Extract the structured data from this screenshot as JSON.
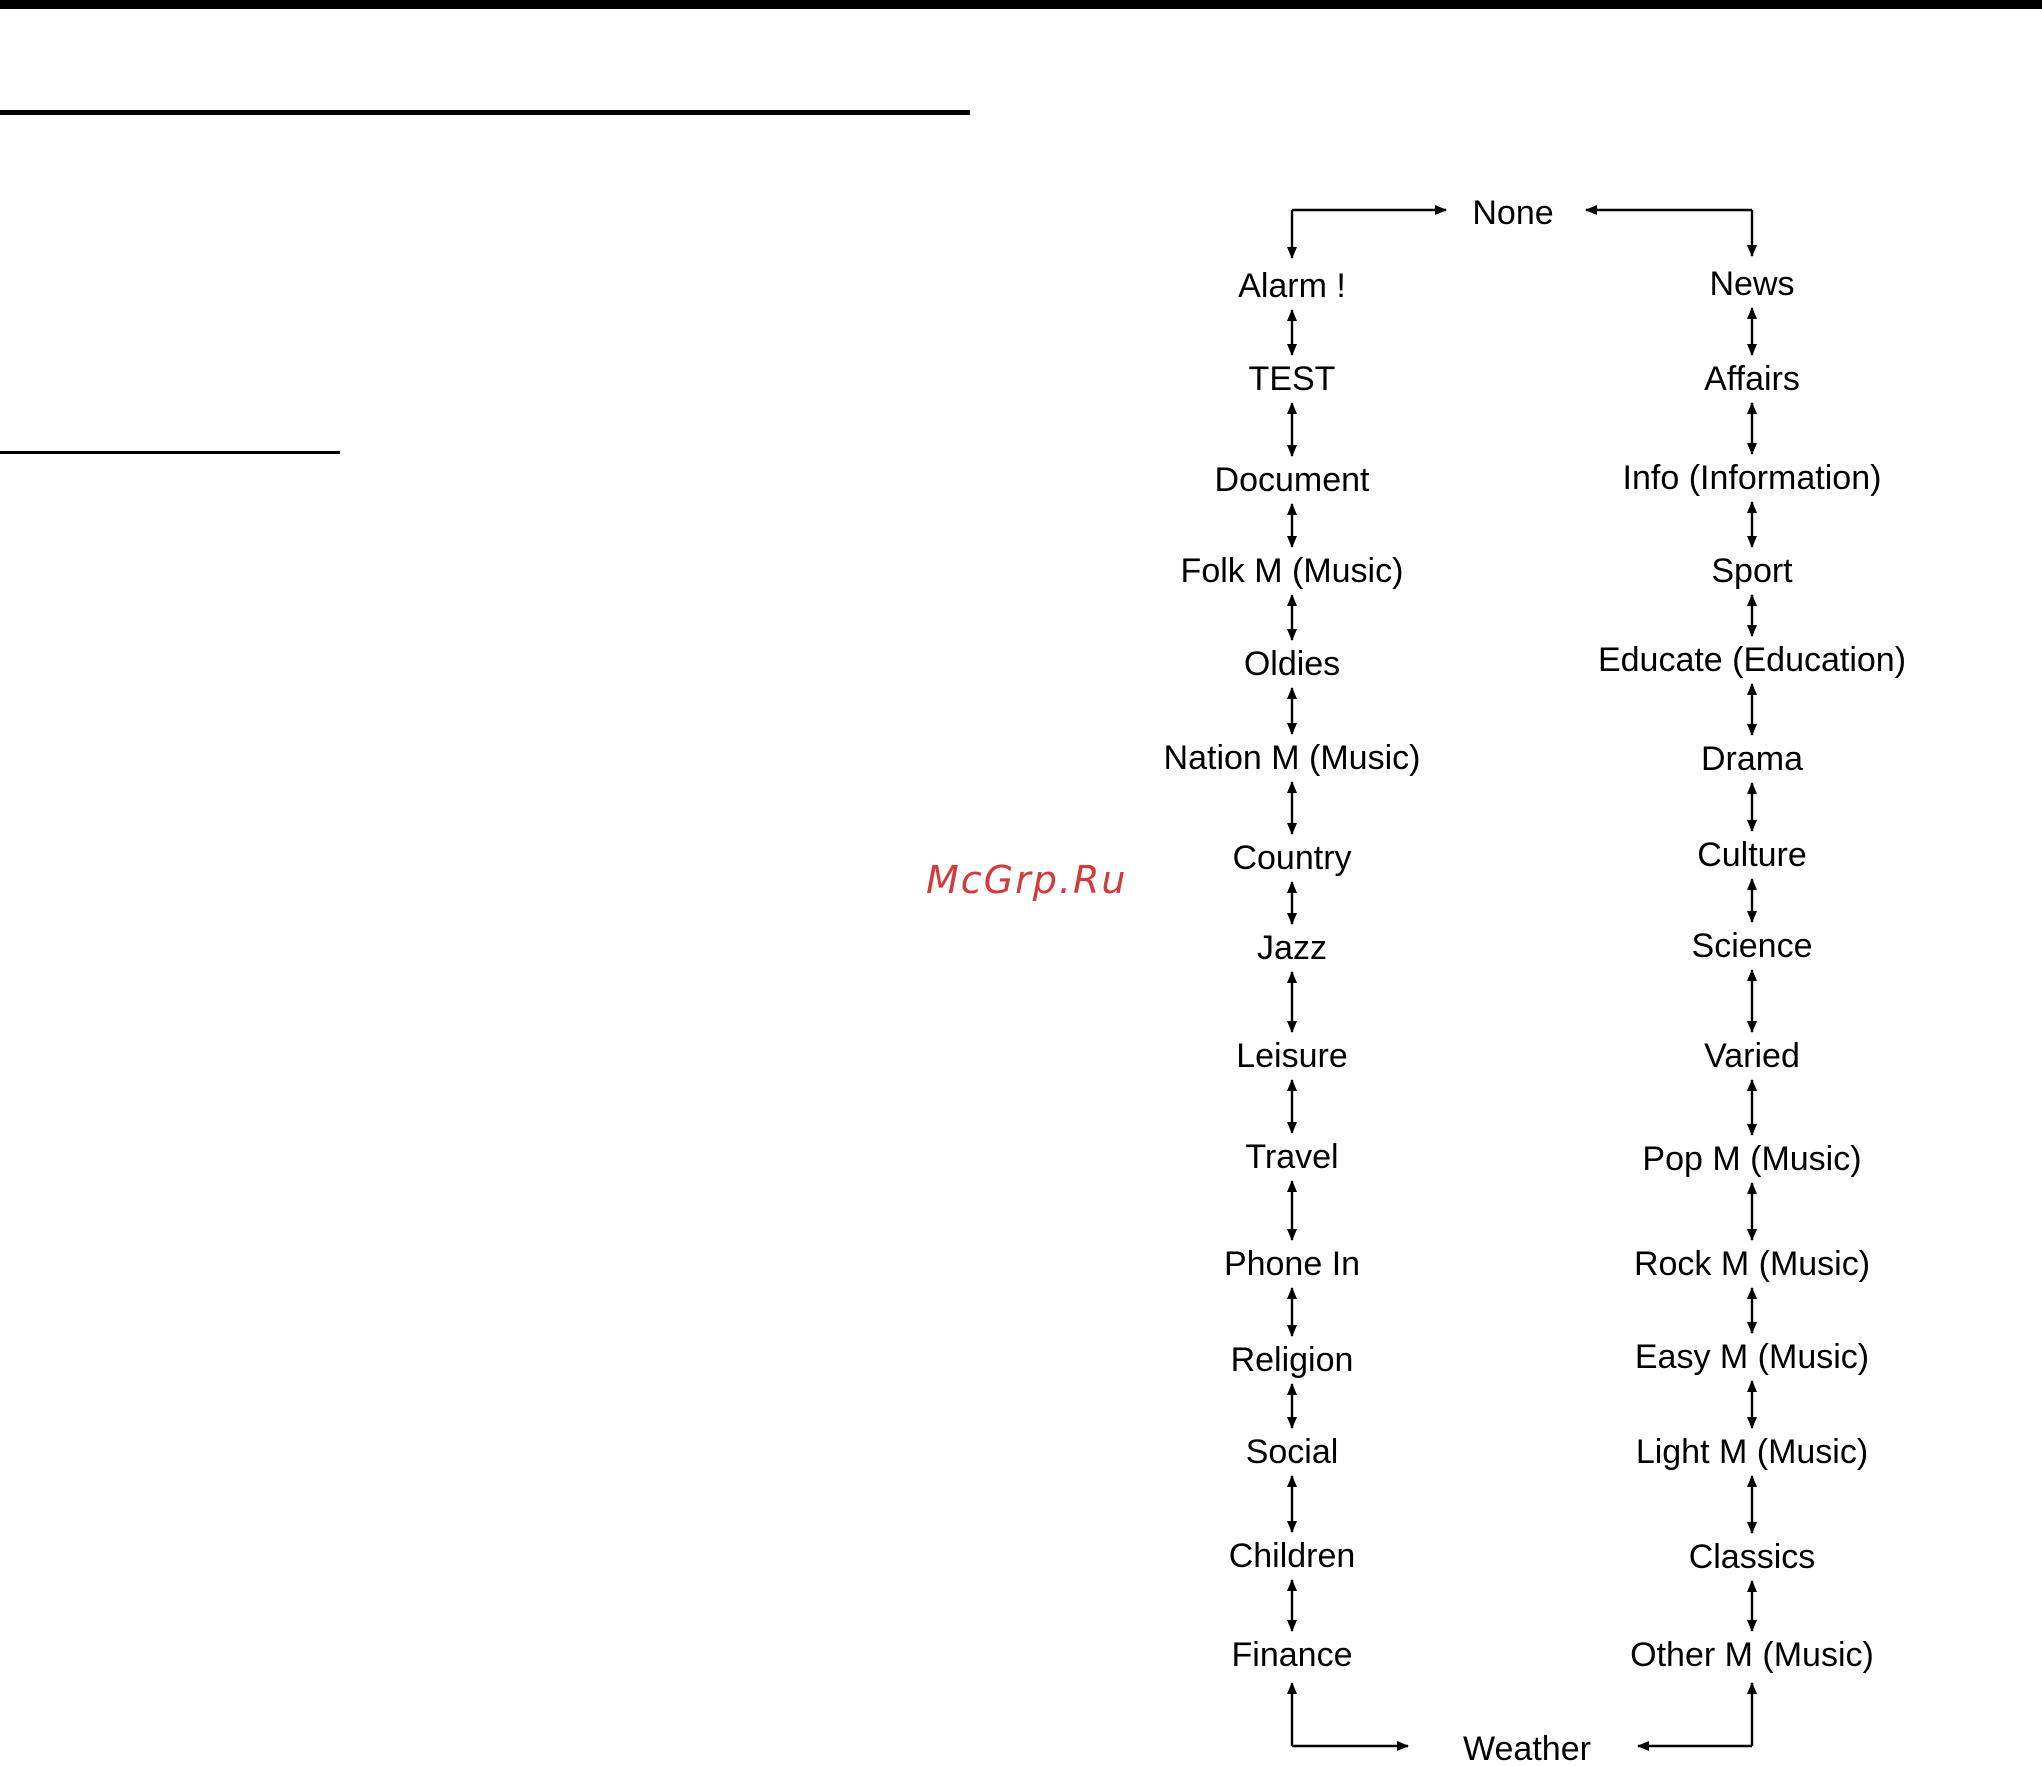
{
  "watermark": "McGrp.Ru",
  "diagram": {
    "top": "None",
    "bottom": "Weather",
    "left_column": [
      "Alarm !",
      "TEST",
      "Document",
      "Folk M (Music)",
      "Oldies",
      "Nation M (Music)",
      "Country",
      "Jazz",
      "Leisure",
      "Travel",
      "Phone In",
      "Religion",
      "Social",
      "Children",
      "Finance"
    ],
    "right_column": [
      "News",
      "Affairs",
      "Info (Information)",
      "Sport",
      "Educate (Education)",
      "Drama",
      "Culture",
      "Science",
      "Varied",
      "Pop M (Music)",
      "Rock M (Music)",
      "Easy M (Music)",
      "Light M (Music)",
      "Classics",
      "Other M (Music)"
    ]
  }
}
